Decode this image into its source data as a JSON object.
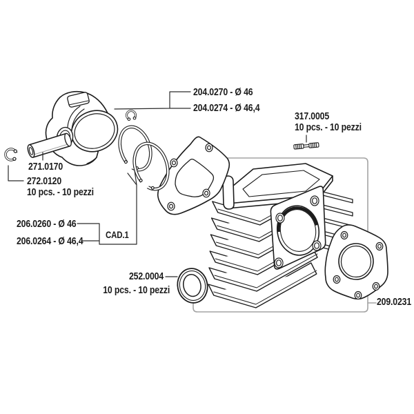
{
  "diagram": {
    "type": "exploded-parts-diagram",
    "subject": "cylinder kit",
    "background": "#ffffff",
    "colors": {
      "part_outline": "#1c1c1c",
      "leader_line": "#2a2a2a",
      "kit_path_gray": "#a3a3a3",
      "label_text": "#1b1b1b"
    },
    "labels": {
      "piston": {
        "code_46": "204.0270 - Ø 46",
        "code_464": "204.0274 - Ø 46,4"
      },
      "stud": {
        "code": "317.0005",
        "qty": "10 pcs. - 10 pezzi"
      },
      "gudgeon_pin": {
        "code": "271.0170"
      },
      "circlip": {
        "code": "272.0120",
        "qty": "10 pcs. - 10 pezzi"
      },
      "piston_rings": {
        "code_46": "206.0260 - Ø 46",
        "code_464": "206.0264 - Ø 46,4",
        "cad_ref": "CAD.1"
      },
      "seal": {
        "code": "252.0004",
        "qty": "10 pcs. - 10 pezzi"
      },
      "head_gasket": {
        "code": "209.0231"
      }
    }
  }
}
